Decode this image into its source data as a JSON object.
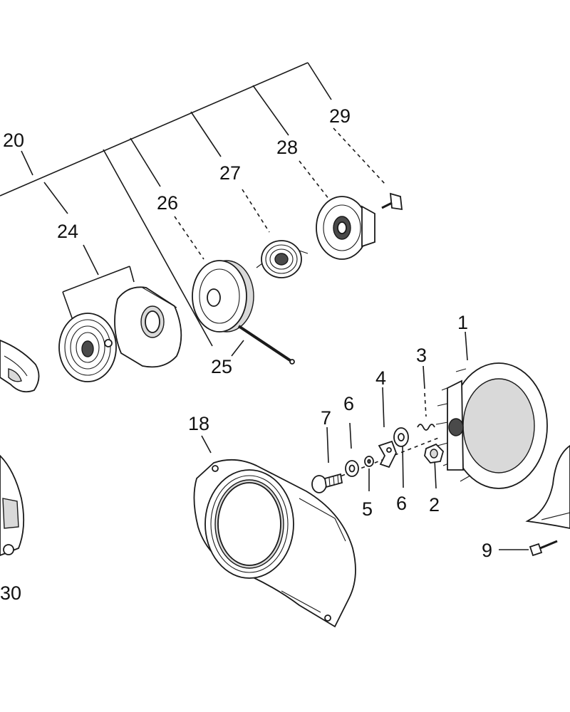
{
  "diagram": {
    "type": "exploded-parts-diagram",
    "callouts": [
      {
        "key": "p1",
        "label": "1"
      },
      {
        "key": "p2",
        "label": "2"
      },
      {
        "key": "p3",
        "label": "3"
      },
      {
        "key": "p4",
        "label": "4"
      },
      {
        "key": "p5",
        "label": "5"
      },
      {
        "key": "p6a",
        "label": "6"
      },
      {
        "key": "p6b",
        "label": "6"
      },
      {
        "key": "p7",
        "label": "7"
      },
      {
        "key": "p9",
        "label": "9"
      },
      {
        "key": "p18",
        "label": "18"
      },
      {
        "key": "p20",
        "label": "20"
      },
      {
        "key": "p24",
        "label": "24"
      },
      {
        "key": "p25",
        "label": "25"
      },
      {
        "key": "p26",
        "label": "26"
      },
      {
        "key": "p27",
        "label": "27"
      },
      {
        "key": "p28",
        "label": "28"
      },
      {
        "key": "p29",
        "label": "29"
      },
      {
        "key": "p30",
        "label": "30"
      }
    ],
    "parts": {
      "flywheel": "flywheel-part",
      "nut": "nut-part",
      "spring_small": "small-spring-part",
      "pawl": "pawl-part",
      "clip": "clip-part",
      "washer": "washer-part",
      "screw": "screw-part",
      "bolt": "bolt-part",
      "fan_cover": "fan-cover-part",
      "recoil_assembly": "recoil-starter-part",
      "rope": "starter-rope-part",
      "pulley": "pulley-part",
      "recoil_spring": "recoil-spring-part",
      "ratchet": "ratchet-part",
      "cap_screw": "cap-screw-part",
      "handle": "handle-part"
    }
  }
}
